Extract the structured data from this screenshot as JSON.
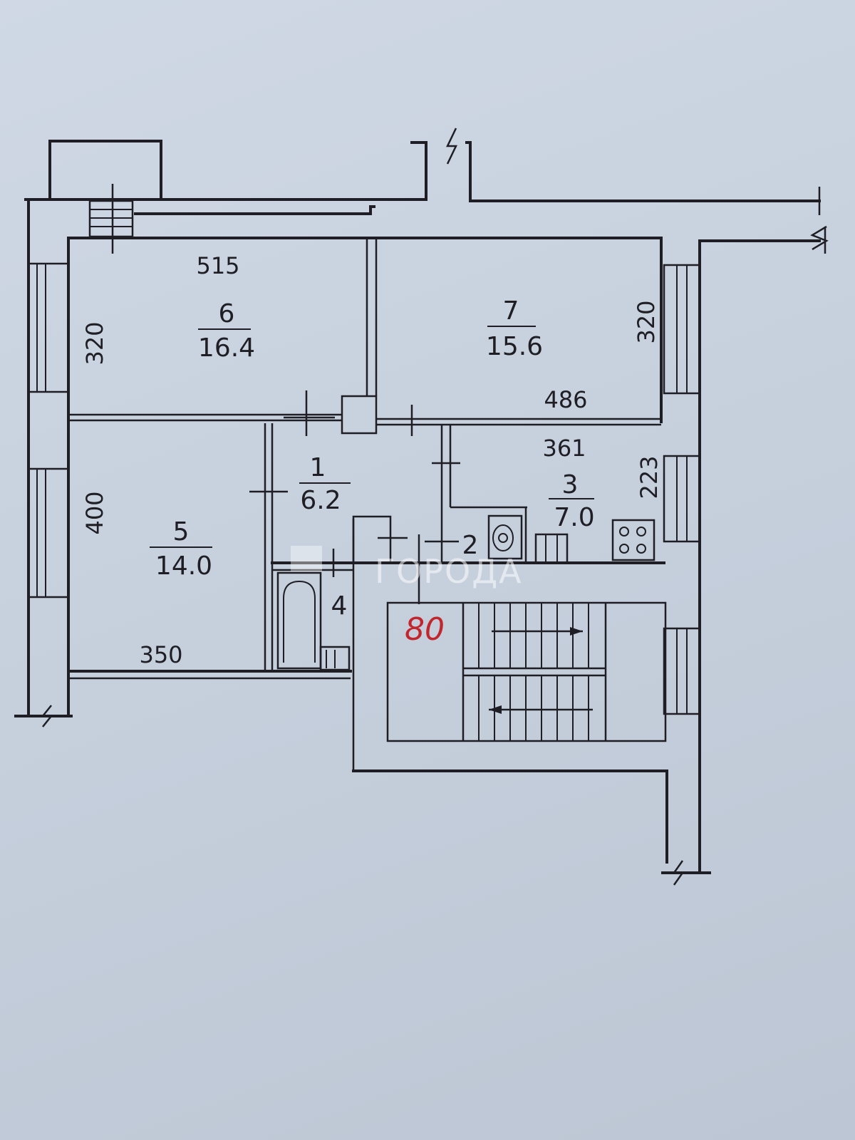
{
  "plan": {
    "rooms": [
      {
        "number": "6",
        "area": "16.4"
      },
      {
        "number": "7",
        "area": "15.6"
      },
      {
        "number": "1",
        "area": "6.2"
      },
      {
        "number": "3",
        "area": "7.0"
      },
      {
        "number": "5",
        "area": "14.0"
      },
      {
        "number": "2"
      },
      {
        "number": "4"
      }
    ],
    "dimensions": {
      "room6_width": "515",
      "room6_depth": "320",
      "room7_width": "486",
      "room7_depth": "320",
      "room3_width": "361",
      "room3_depth": "223",
      "room5_depth": "400",
      "room5_width": "350"
    },
    "apartment_mark": {
      "text": "80",
      "color": "#c2252b"
    },
    "watermark": "ГОРОДА"
  }
}
